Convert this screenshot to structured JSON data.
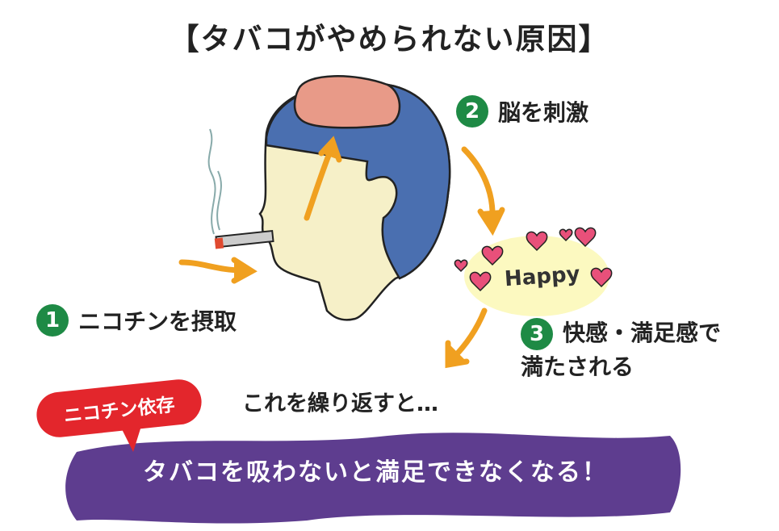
{
  "title": "【タバコがやめられない原因】",
  "steps": [
    {
      "num": "1",
      "label": "ニコチンを摂取"
    },
    {
      "num": "2",
      "label": "脳を刺激"
    },
    {
      "num": "3",
      "label_line1": "快感・満足感で",
      "label_line2": "満たされる"
    }
  ],
  "happy": "Happy",
  "repeat": "これを繰り返すと…",
  "bubble": "ニコチン依存",
  "banner": "タバコを吸わないと満足できなくなる！",
  "colors": {
    "green": "#1e8a45",
    "purple": "#5e3d8f",
    "red": "#e3262c",
    "arrow": "#f0a020",
    "hair": "#4a6fb0",
    "skin": "#f6f0c8",
    "brain": "#e89a88"
  }
}
